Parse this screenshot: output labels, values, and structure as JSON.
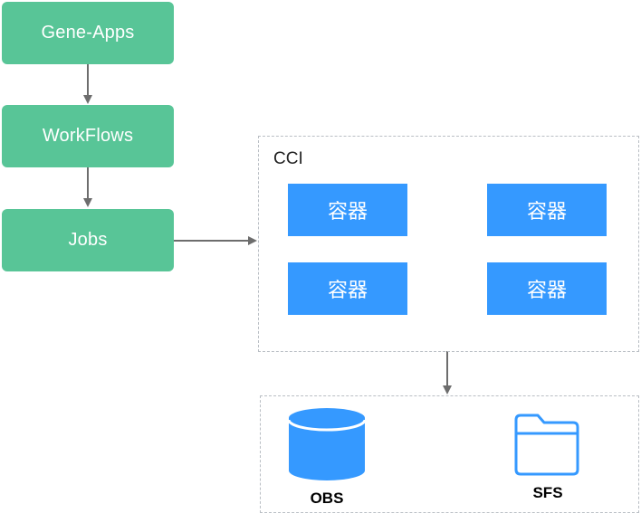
{
  "flow": {
    "gene_apps": "Gene-Apps",
    "workflows": "WorkFlows",
    "jobs": "Jobs"
  },
  "cci": {
    "label": "CCI",
    "containers": [
      "容器",
      "容器",
      "容器",
      "容器"
    ]
  },
  "storage": {
    "obs": "OBS",
    "sfs": "SFS"
  },
  "colors": {
    "green": "#58c597",
    "blue": "#3599ff",
    "arrow": "#6d6d6d",
    "dashed_border": "#b9bec4"
  }
}
